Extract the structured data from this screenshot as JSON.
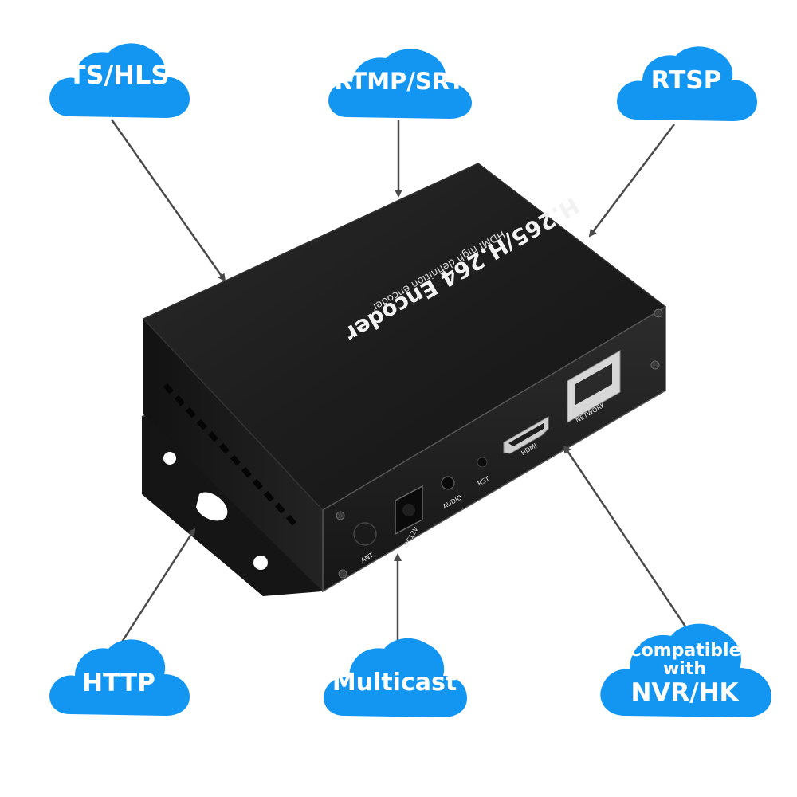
{
  "clouds": {
    "ts_hls": "TS/HLS",
    "rtmp_srt": "RTMP/SRT",
    "rtsp": "RTSP",
    "http": "HTTP",
    "multicast": "Multicast",
    "compatible_line1": "Compatible",
    "compatible_line2": "with",
    "compatible_line3": "NVR/HK"
  },
  "device": {
    "title": "H.265/H.264 Encoder",
    "subtitle": "HDMI high definition encoder",
    "port_network": "NETWORK",
    "port_hdmi": "HDMI",
    "port_rst": "RST",
    "port_audio": "AUDIO",
    "port_dc": "DC12V",
    "port_ant": "ANT"
  },
  "colors": {
    "cloud": "#1296f2",
    "cloud_text": "#ffffff",
    "arrow": "#4a4a4a",
    "device_body": "#1c1c1c"
  }
}
